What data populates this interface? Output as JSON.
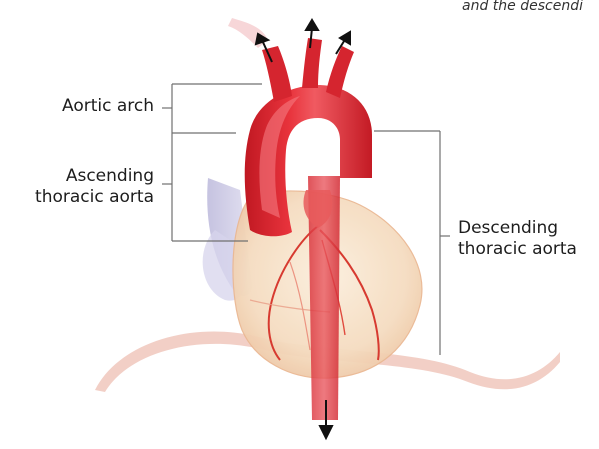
{
  "caption": "and the descendi",
  "labels": {
    "aortic_arch": "Aortic arch",
    "ascending_line1": "Ascending",
    "ascending_line2": "thoracic aorta",
    "descending_line1": "Descending",
    "descending_line2": "thoracic aorta"
  },
  "colors": {
    "aorta": "#d8232e",
    "aorta_highlight": "#ee5a63",
    "heart": "#f6dfc5",
    "vein": "#c9c6e2",
    "bracket": "#6a6a6a",
    "arrow": "#111111"
  },
  "icons": {
    "flow_arrows": "arrow-icon"
  }
}
